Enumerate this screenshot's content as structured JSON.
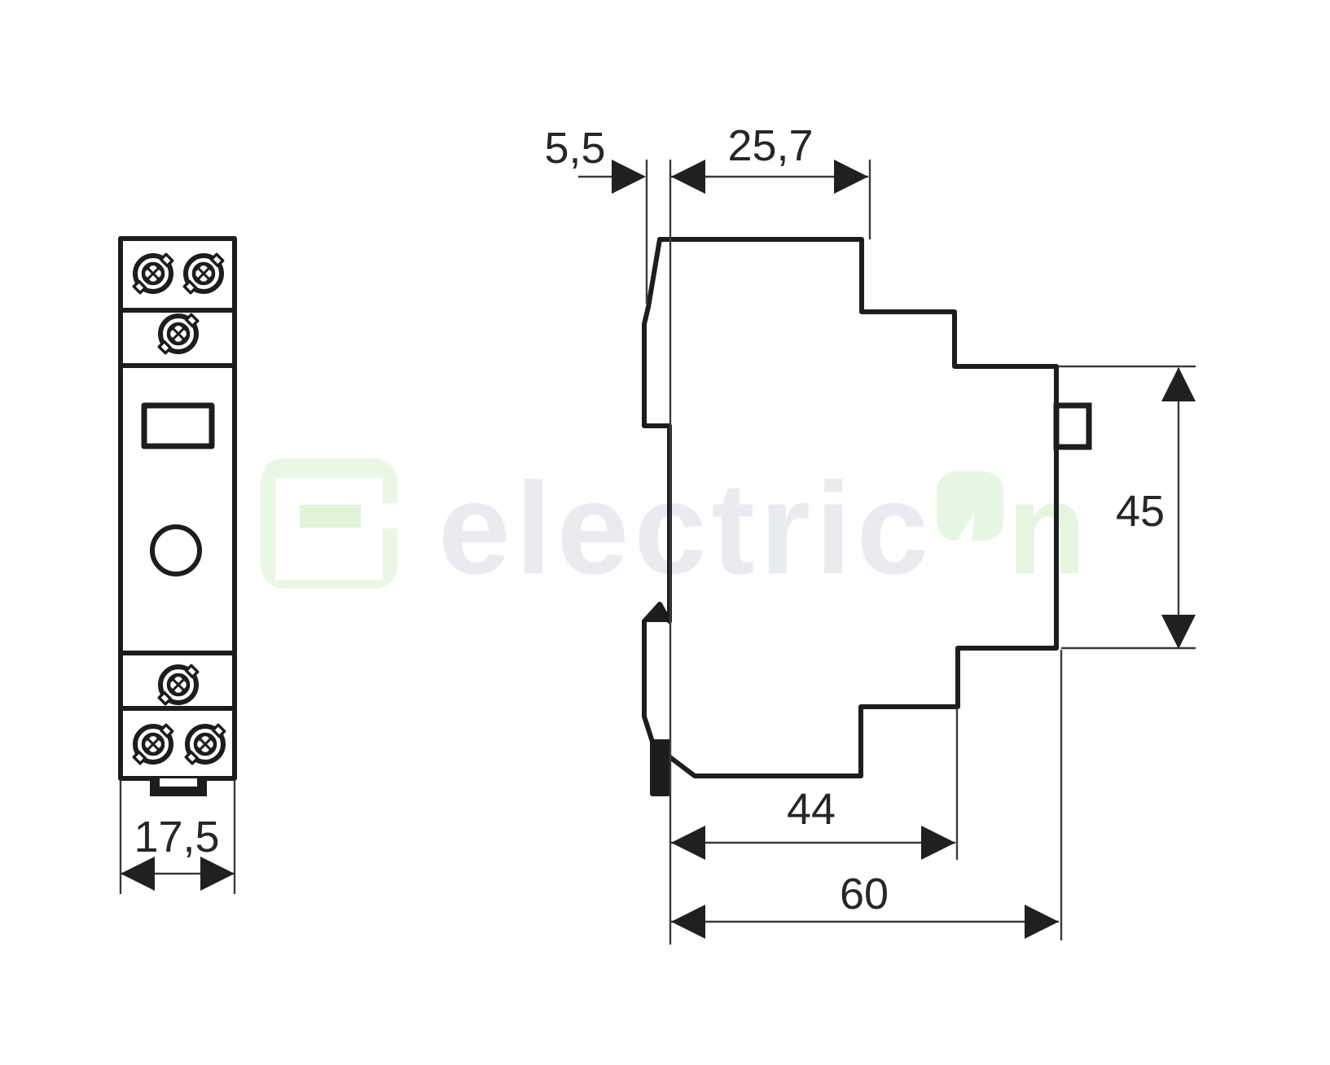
{
  "dimensions": {
    "front_width": "17,5",
    "rail_offset": "5,5",
    "top_depth": "25,7",
    "height": "45",
    "mid_depth": "44",
    "total_depth": "60"
  },
  "watermark": {
    "brand_head": "electric",
    "brand_tail": "n"
  },
  "colors": {
    "outline": "#1d1d1d",
    "dim_line": "#3a3a3a",
    "dim_text": "#262626",
    "arrowhead": "#202020",
    "watermark_text": "#e9ebee",
    "watermark_green": "#e2f3dc",
    "watermark_green_light": "#eaf7e5"
  }
}
